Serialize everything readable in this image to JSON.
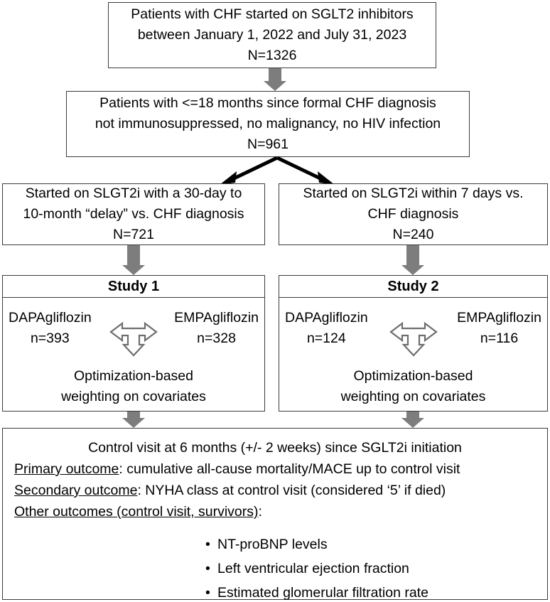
{
  "diagram": {
    "title": "Study flow diagram: SGLT2 inhibitors in CHF",
    "colors": {
      "arrow_gray": "#7d7d7d",
      "box_border": "#3b3b3b",
      "background": "#ffffff",
      "text": "#000000"
    }
  },
  "enrollment": {
    "line1": "Patients with CHF started on SGLT2 inhibitors",
    "line2": "between January 1, 2022 and July 31, 2023",
    "line3": "N=1326"
  },
  "eligibility": {
    "line1": "Patients with <=18 months since formal CHF diagnosis",
    "line2": "not immunosuppressed, no malignancy, no HIV infection",
    "line3": "N=961"
  },
  "branches": [
    {
      "line1": "Started on SLGT2i with a 30-day to",
      "line2": "10-month “delay” vs. CHF diagnosis",
      "line3": "N=721"
    },
    {
      "line1": "Started on SLGT2i within 7 days vs.",
      "line2": "CHF diagnosis",
      "line3": "N=240"
    }
  ],
  "studies": [
    {
      "title": "Study 1",
      "arm_left_drug": "DAPAgliflozin",
      "arm_left_n": "n=393",
      "arm_right_drug": "EMPAgliflozin",
      "arm_right_n": "n=328",
      "method_line1": "Optimization-based",
      "method_line2": "weighting on covariates"
    },
    {
      "title": "Study 2",
      "arm_left_drug": "DAPAgliflozin",
      "arm_left_n": "n=124",
      "arm_right_drug": "EMPAgliflozin",
      "arm_right_n": "n=116",
      "method_line1": "Optimization-based",
      "method_line2": "weighting on covariates"
    }
  ],
  "outcomes": {
    "header": "Control visit at 6 months (+/- 2 weeks) since SGLT2i initiation",
    "primary_label": "Primary outcome",
    "primary_text": ": cumulative all-cause mortality/MACE up to control visit",
    "secondary_label": "Secondary outcome",
    "secondary_text": ": NYHA class at control visit (considered ‘5’ if died)",
    "other_label": "Other outcomes (control visit, survivors)",
    "other_text": ":",
    "bullets": [
      "NT-proBNP levels",
      "Left ventricular ejection fraction",
      "Estimated glomerular filtration rate"
    ]
  }
}
